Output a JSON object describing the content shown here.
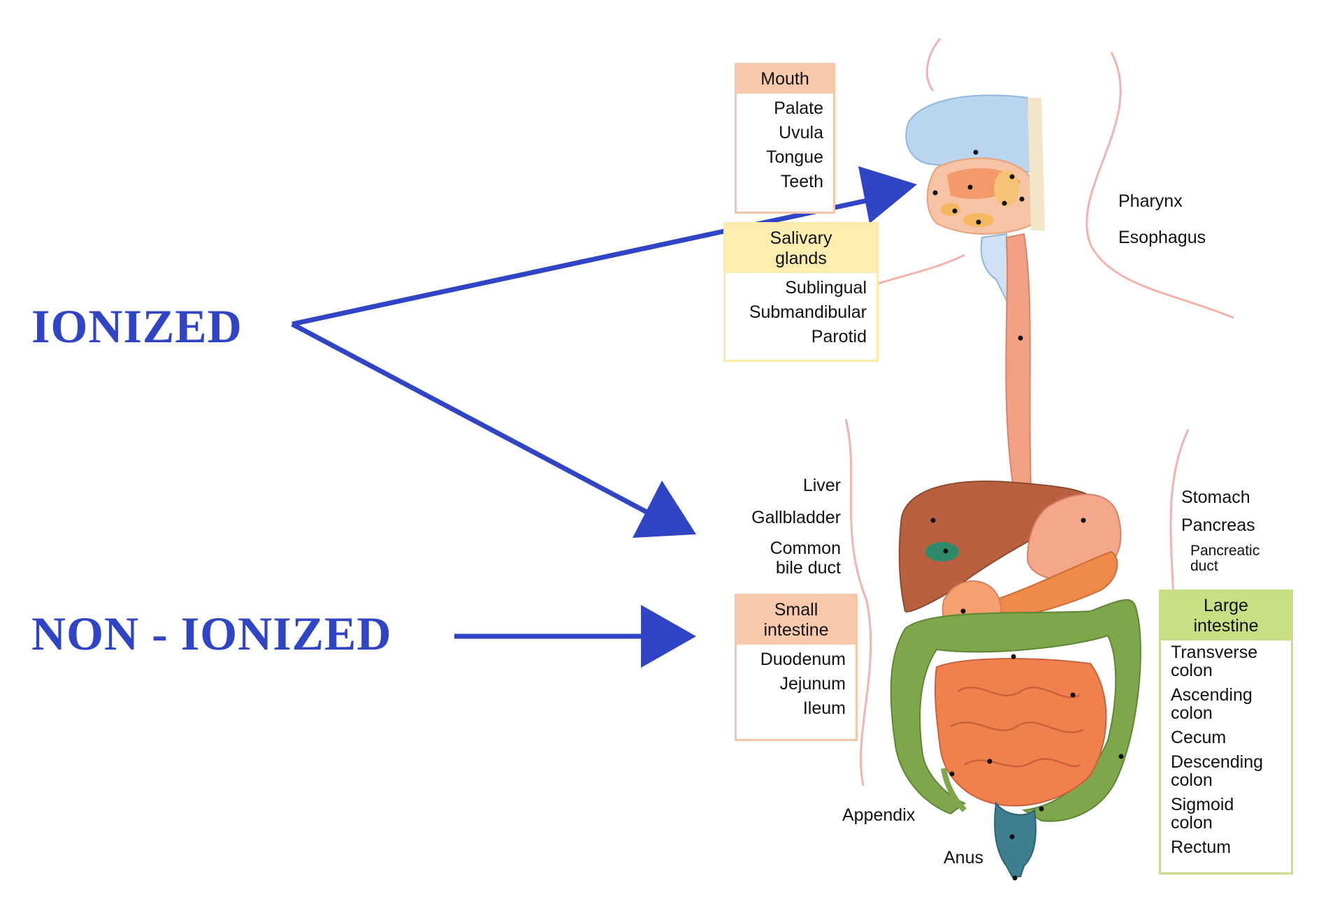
{
  "mechanism": {
    "ionized": "IONIZED",
    "non_ionized": "NON - IONIZED",
    "arrow_color": "#2f45c6"
  },
  "mouth_box": {
    "title": "Mouth",
    "items": [
      "Palate",
      "Uvula",
      "Tongue",
      "Teeth"
    ]
  },
  "salivary_box": {
    "title_line1": "Salivary",
    "title_line2": "glands",
    "items": [
      "Sublingual",
      "Submandibular",
      "Parotid"
    ]
  },
  "small_intestine_box": {
    "title_line1": "Small",
    "title_line2": "intestine",
    "items": [
      "Duodenum",
      "Jejunum",
      "Ileum"
    ]
  },
  "large_intestine_box": {
    "title_line1": "Large",
    "title_line2": "intestine",
    "items": [
      {
        "l1": "Transverse",
        "l2": "colon"
      },
      {
        "l1": "Ascending",
        "l2": "colon"
      },
      {
        "l1": "Cecum",
        "l2": ""
      },
      {
        "l1": "Descending",
        "l2": "colon"
      },
      {
        "l1": "Sigmoid",
        "l2": "colon"
      },
      {
        "l1": "Rectum",
        "l2": ""
      }
    ]
  },
  "labels": {
    "pharynx": "Pharynx",
    "esophagus": "Esophagus",
    "liver": "Liver",
    "gallbladder": "Gallbladder",
    "common_bile_duct_1": "Common",
    "common_bile_duct_2": "bile duct",
    "stomach": "Stomach",
    "pancreas": "Pancreas",
    "pancreatic_duct_1": "Pancreatic",
    "pancreatic_duct_2": "duct",
    "appendix": "Appendix",
    "anus": "Anus"
  },
  "colors": {
    "peach": "#f9c9ab",
    "yellow": "#fdeeb0",
    "green": "#c9df84",
    "liver": "#b8603f",
    "intestine": "#f0804e",
    "colon": "#7fa64a"
  }
}
